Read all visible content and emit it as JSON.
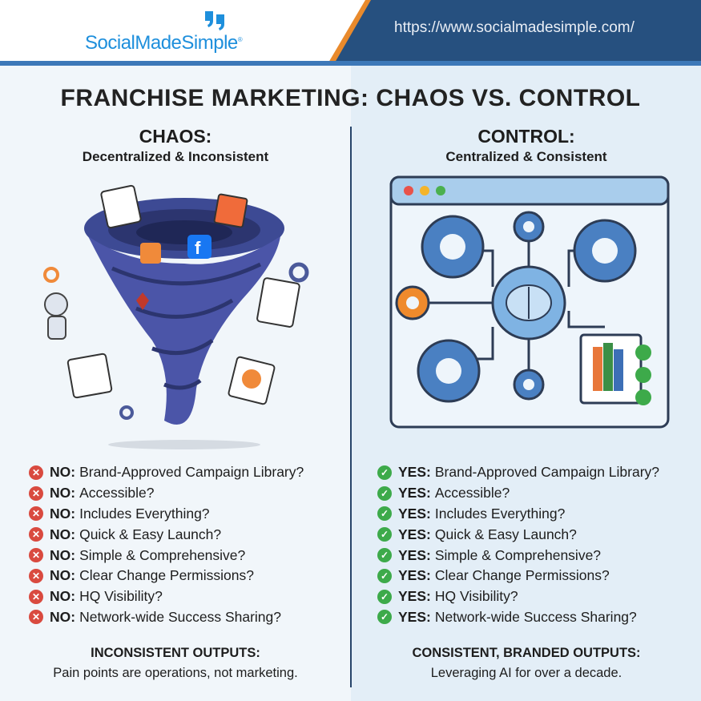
{
  "header": {
    "brand": "SocialMadeSimple",
    "brand_mark": "®",
    "url": "https://www.socialmadesimple.com/"
  },
  "title": "FRANCHISE MARKETING: CHAOS VS. CONTROL",
  "chaos": {
    "heading": "CHAOS:",
    "subheading": "Decentralized & Inconsistent",
    "prefix": "NO:",
    "items": [
      "Brand-Approved Campaign Library?",
      "Accessible?",
      "Includes Everything?",
      "Quick & Easy Launch?",
      "Simple & Comprehensive?",
      "Clear Change Permissions?",
      "HQ Visibility?",
      "Network-wide Success Sharing?"
    ],
    "footer_heading": "INCONSISTENT OUTPUTS:",
    "footer_text": "Pain points are operations, not marketing."
  },
  "control": {
    "heading": "CONTROL:",
    "subheading": "Centralized & Consistent",
    "prefix": "YES:",
    "items": [
      "Brand-Approved Campaign Library?",
      "Accessible?",
      "Includes Everything?",
      "Quick & Easy Launch?",
      "Simple & Comprehensive?",
      "Clear Change Permissions?",
      "HQ Visibility?",
      "Network-wide Success Sharing?"
    ],
    "footer_heading": "CONSISTENT, BRANDED OUTPUTS:",
    "footer_text": "Leveraging AI for over a decade."
  },
  "colors": {
    "navy": "#26507f",
    "orange": "#e98a2c",
    "brand_blue": "#1e8fdc",
    "no_red": "#d94a3f",
    "yes_green": "#3daa4a"
  }
}
